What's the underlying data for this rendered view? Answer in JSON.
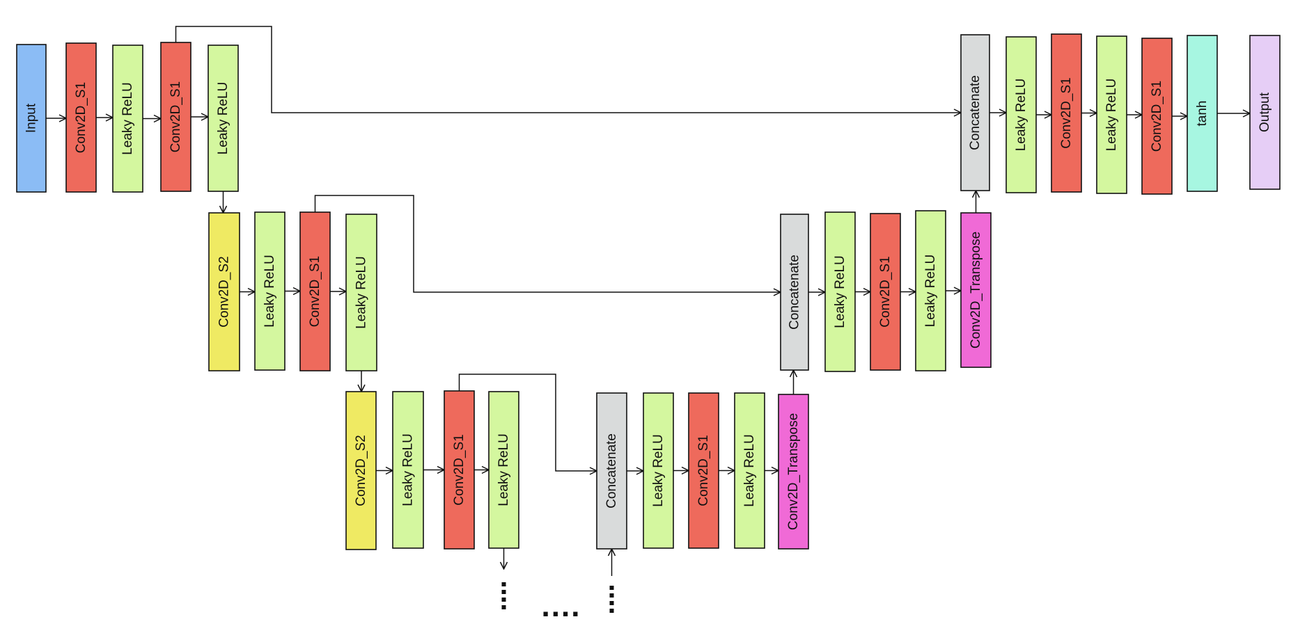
{
  "colors": {
    "input": "#8bbcf5",
    "conv_s1": "#ee6a5c",
    "leaky_relu": "#d4f79f",
    "conv_s2": "#efea63",
    "concatenate": "#d9dbdb",
    "conv_transpose": "#f06ad6",
    "tanh": "#a7f6e1",
    "output": "#e6cef6"
  },
  "ellipsis": "....",
  "blocks": [
    {
      "id": "input",
      "label": "Input",
      "kind": "input"
    },
    {
      "id": "e1_conv_a",
      "label": "Conv2D_S1",
      "kind": "conv_s1"
    },
    {
      "id": "e1_relu_a",
      "label": "Leaky ReLU",
      "kind": "leaky_relu"
    },
    {
      "id": "e1_conv_b",
      "label": "Conv2D_S1",
      "kind": "conv_s1"
    },
    {
      "id": "e1_relu_b",
      "label": "Leaky ReLU",
      "kind": "leaky_relu"
    },
    {
      "id": "e2_down",
      "label": "Conv2D_S2",
      "kind": "conv_s2"
    },
    {
      "id": "e2_relu_a",
      "label": "Leaky ReLU",
      "kind": "leaky_relu"
    },
    {
      "id": "e2_conv",
      "label": "Conv2D_S1",
      "kind": "conv_s1"
    },
    {
      "id": "e2_relu_b",
      "label": "Leaky ReLU",
      "kind": "leaky_relu"
    },
    {
      "id": "e3_down",
      "label": "Conv2D_S2",
      "kind": "conv_s2"
    },
    {
      "id": "e3_relu_a",
      "label": "Leaky ReLU",
      "kind": "leaky_relu"
    },
    {
      "id": "e3_conv",
      "label": "Conv2D_S1",
      "kind": "conv_s1"
    },
    {
      "id": "e3_relu_b",
      "label": "Leaky ReLU",
      "kind": "leaky_relu"
    },
    {
      "id": "d3_concat",
      "label": "Concatenate",
      "kind": "concatenate"
    },
    {
      "id": "d3_relu_a",
      "label": "Leaky ReLU",
      "kind": "leaky_relu"
    },
    {
      "id": "d3_conv",
      "label": "Conv2D_S1",
      "kind": "conv_s1"
    },
    {
      "id": "d3_relu_b",
      "label": "Leaky ReLU",
      "kind": "leaky_relu"
    },
    {
      "id": "d3_up",
      "label": "Conv2D_Transpose",
      "kind": "conv_transpose"
    },
    {
      "id": "d2_concat",
      "label": "Concatenate",
      "kind": "concatenate"
    },
    {
      "id": "d2_relu_a",
      "label": "Leaky ReLU",
      "kind": "leaky_relu"
    },
    {
      "id": "d2_conv",
      "label": "Conv2D_S1",
      "kind": "conv_s1"
    },
    {
      "id": "d2_relu_b",
      "label": "Leaky ReLU",
      "kind": "leaky_relu"
    },
    {
      "id": "d2_up",
      "label": "Conv2D_Transpose",
      "kind": "conv_transpose"
    },
    {
      "id": "d1_concat",
      "label": "Concatenate",
      "kind": "concatenate"
    },
    {
      "id": "d1_relu_a",
      "label": "Leaky ReLU",
      "kind": "leaky_relu"
    },
    {
      "id": "d1_conv_a",
      "label": "Conv2D_S1",
      "kind": "conv_s1"
    },
    {
      "id": "d1_relu_b",
      "label": "Leaky ReLU",
      "kind": "leaky_relu"
    },
    {
      "id": "d1_conv_b",
      "label": "Conv2D_S1",
      "kind": "conv_s1"
    },
    {
      "id": "tanh",
      "label": "tanh",
      "kind": "tanh"
    },
    {
      "id": "output",
      "label": "Output",
      "kind": "output"
    }
  ],
  "edges": [
    [
      "input",
      "e1_conv_a"
    ],
    [
      "e1_conv_a",
      "e1_relu_a"
    ],
    [
      "e1_relu_a",
      "e1_conv_b"
    ],
    [
      "e1_conv_b",
      "e1_relu_b"
    ],
    [
      "e1_relu_b",
      "e2_down"
    ],
    [
      "e2_down",
      "e2_relu_a"
    ],
    [
      "e2_relu_a",
      "e2_conv"
    ],
    [
      "e2_conv",
      "e2_relu_b"
    ],
    [
      "e2_relu_b",
      "e3_down"
    ],
    [
      "e3_down",
      "e3_relu_a"
    ],
    [
      "e3_relu_a",
      "e3_conv"
    ],
    [
      "e3_conv",
      "e3_relu_b"
    ],
    [
      "d3_concat",
      "d3_relu_a"
    ],
    [
      "d3_relu_a",
      "d3_conv"
    ],
    [
      "d3_conv",
      "d3_relu_b"
    ],
    [
      "d3_relu_b",
      "d3_up"
    ],
    [
      "d3_up",
      "d2_concat"
    ],
    [
      "d2_concat",
      "d2_relu_a"
    ],
    [
      "d2_relu_a",
      "d2_conv"
    ],
    [
      "d2_conv",
      "d2_relu_b"
    ],
    [
      "d2_relu_b",
      "d2_up"
    ],
    [
      "d2_up",
      "d1_concat"
    ],
    [
      "d1_concat",
      "d1_relu_a"
    ],
    [
      "d1_relu_a",
      "d1_conv_a"
    ],
    [
      "d1_conv_a",
      "d1_relu_b"
    ],
    [
      "d1_relu_b",
      "d1_conv_b"
    ],
    [
      "d1_conv_b",
      "tanh"
    ],
    [
      "tanh",
      "output"
    ]
  ],
  "skip_connections": [
    [
      "e1_conv_b",
      "d1_concat"
    ],
    [
      "e2_conv",
      "d2_concat"
    ],
    [
      "e3_conv",
      "d3_concat"
    ]
  ]
}
